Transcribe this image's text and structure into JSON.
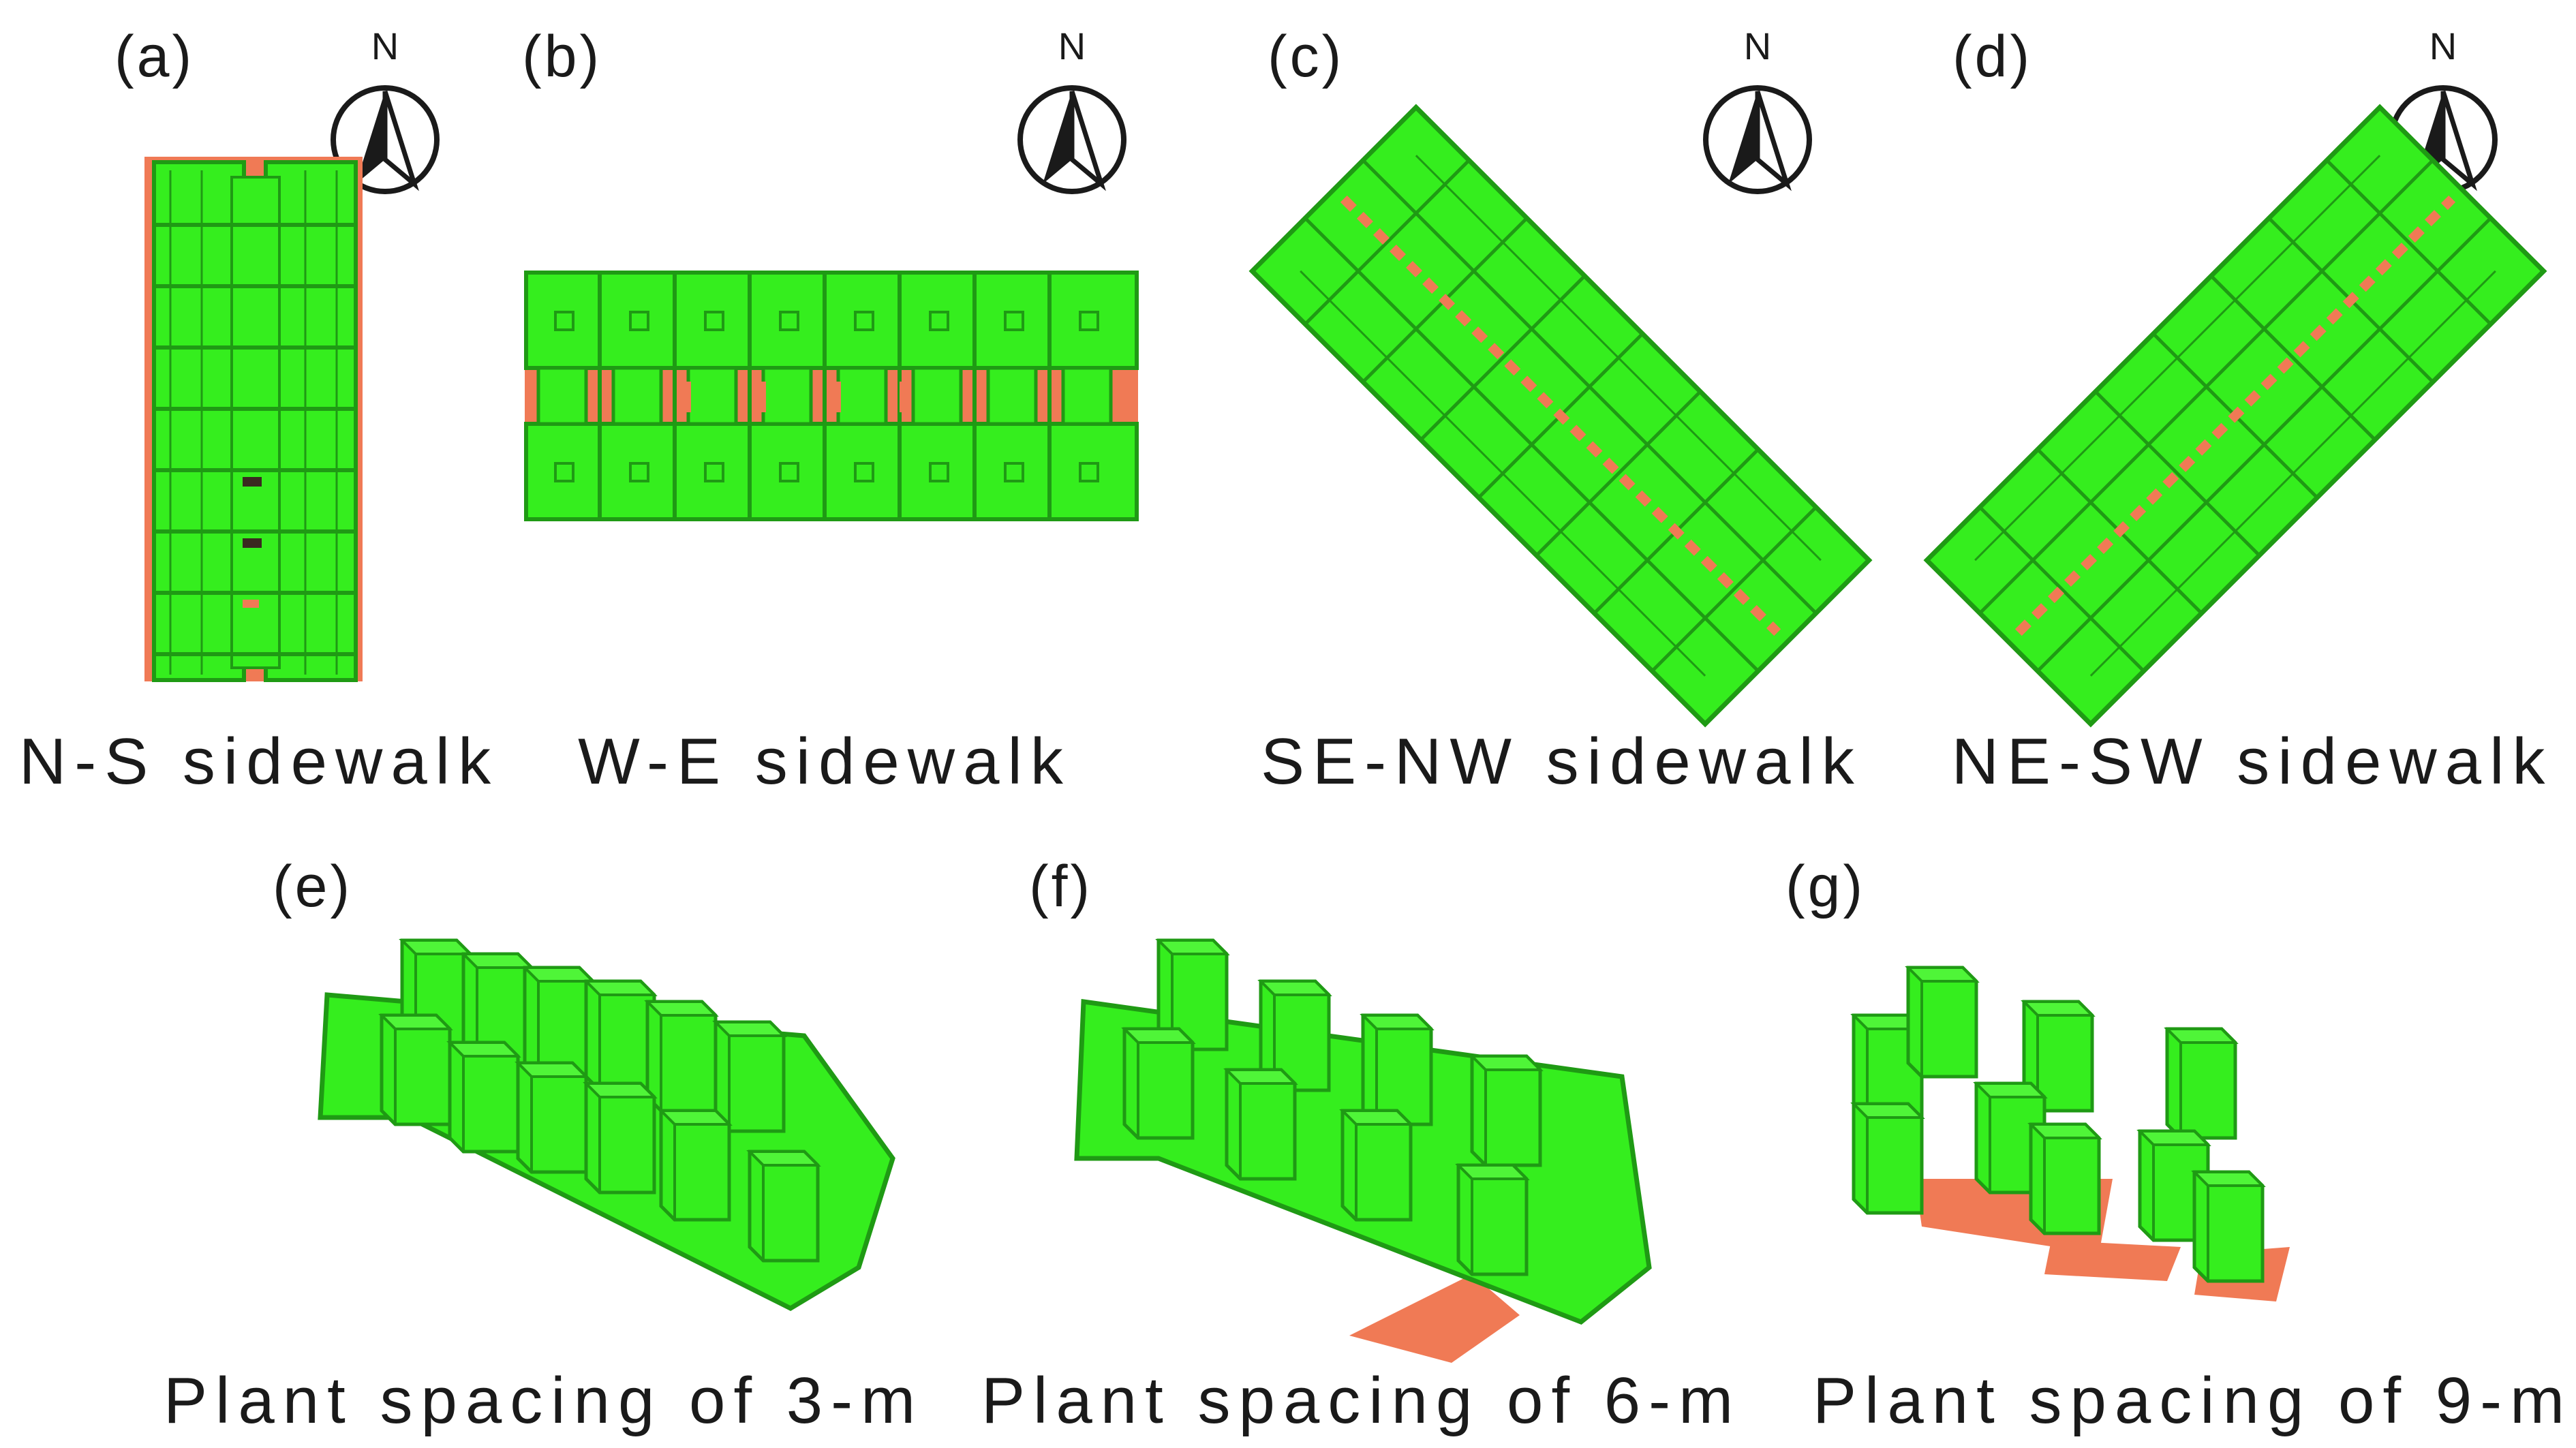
{
  "panels": [
    {
      "label": "(a)",
      "caption": "N-S sidewalk",
      "compass": "N"
    },
    {
      "label": "(b)",
      "caption": "W-E sidewalk",
      "compass": "N"
    },
    {
      "label": "(c)",
      "caption": "SE-NW sidewalk",
      "compass": "N"
    },
    {
      "label": "(d)",
      "caption": "NE-SW sidewalk",
      "compass": "N"
    },
    {
      "label": "(e)",
      "caption": "Plant spacing of 3-m"
    },
    {
      "label": "(f)",
      "caption": "Plant spacing of 6-m"
    },
    {
      "label": "(g)",
      "caption": "Plant spacing of 9-m"
    }
  ],
  "colors": {
    "canopy": "#35ee1e",
    "canopy_edge": "#1f9a14",
    "ground": "#f07a55",
    "text": "#1a1a1a"
  },
  "icons": {
    "compass": "north-arrow-icon"
  }
}
